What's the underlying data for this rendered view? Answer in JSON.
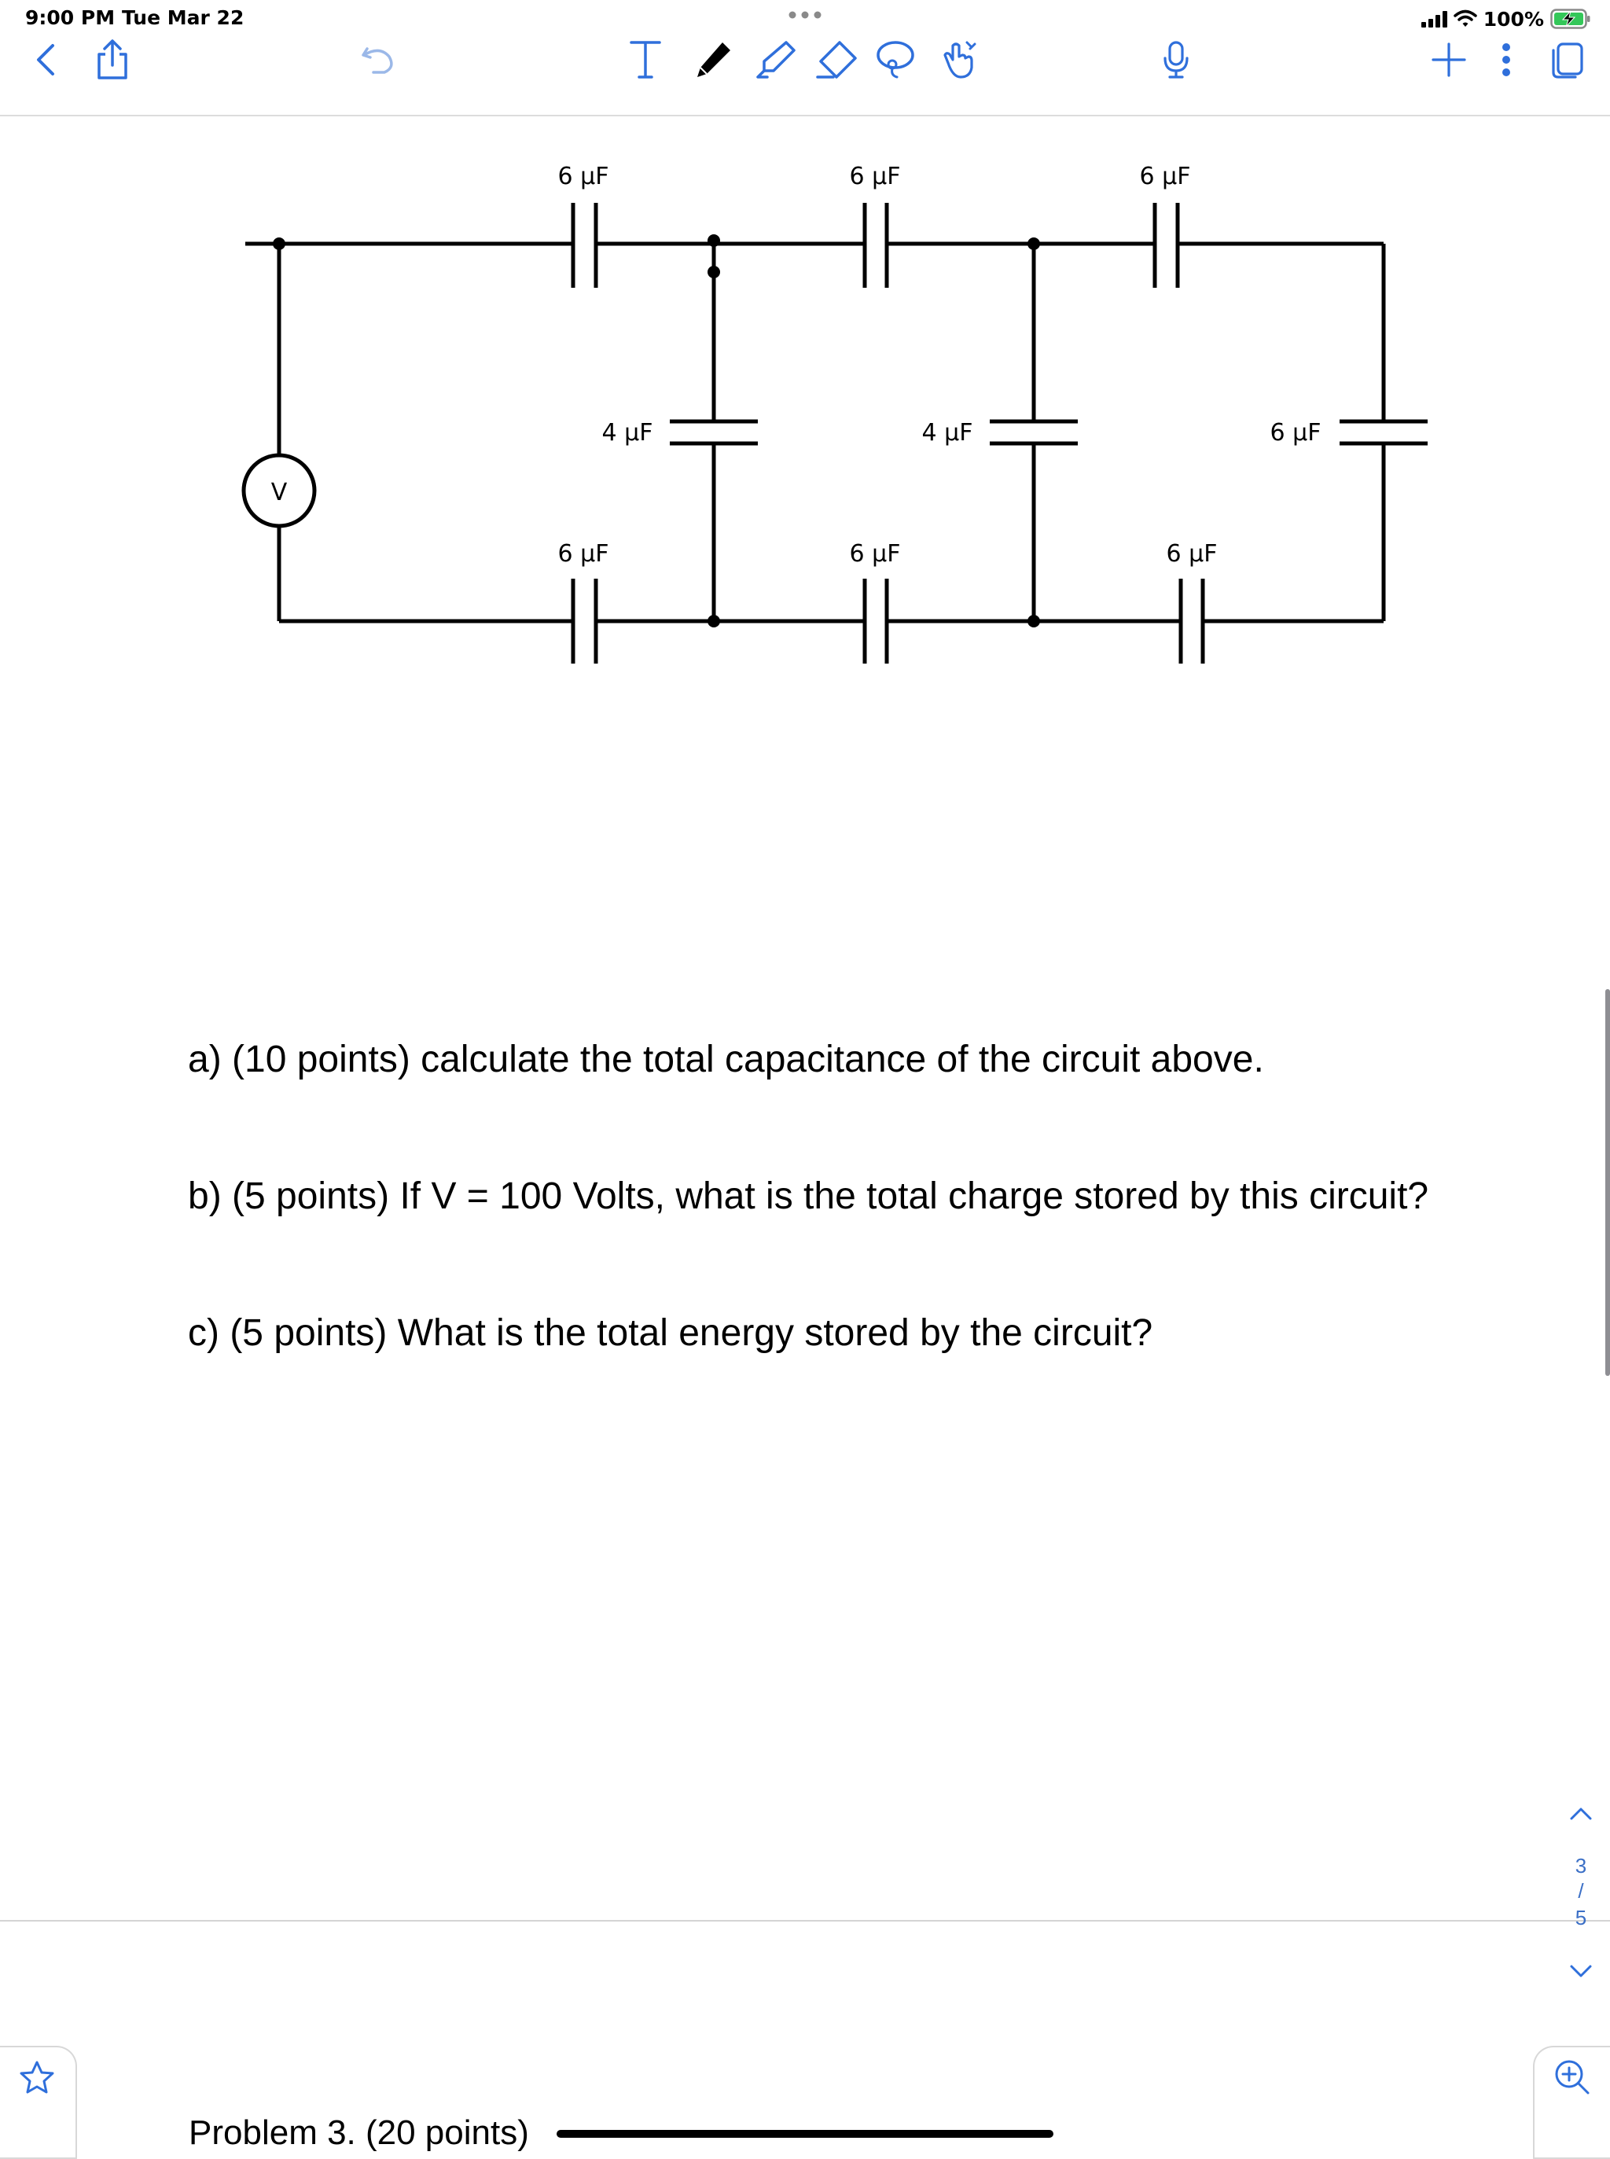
{
  "status_bar": {
    "time": "9:00 PM",
    "date": "Tue Mar 22",
    "battery_percent": "100%"
  },
  "toolbar": {
    "icons": [
      "back-icon",
      "share-icon",
      "undo-icon",
      "text-tool-icon",
      "pen-icon",
      "highlighter-icon",
      "eraser-icon",
      "lasso-icon",
      "hand-pointer-icon",
      "microphone-icon",
      "add-icon",
      "more-options-icon",
      "pages-icon"
    ],
    "accent_color": "#2f6fdb"
  },
  "circuit": {
    "source_label": "V",
    "top_caps": [
      "6 μF",
      "6 μF",
      "6 μF"
    ],
    "middle_caps": [
      "4 μF",
      "4 μF",
      "6 μF"
    ],
    "bottom_caps": [
      "6 μF",
      "6 μF",
      "6 μF"
    ]
  },
  "question": {
    "part_a": "a) (10 points) calculate the total capacitance of the circuit above.",
    "part_b": "b) (5 points) If V = 100 Volts, what is the total charge stored by this circuit?",
    "part_c": "c) (5 points) What is the total energy stored by the circuit?"
  },
  "page_nav": {
    "current": "3",
    "separator": "/",
    "total": "5"
  },
  "next_page": {
    "heading": "Problem 3. (20 points)"
  }
}
